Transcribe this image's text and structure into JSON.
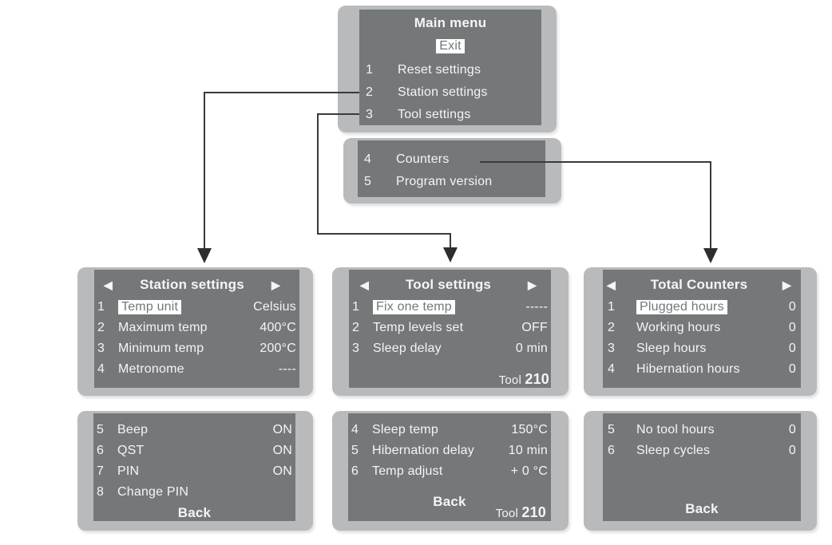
{
  "colors": {
    "frame": "#b8babc",
    "screen": "#757879",
    "text": "#f4f5f5",
    "highlight_bg": "#ffffff",
    "highlight_text": "#737679",
    "connector": "#3a3a3a",
    "background": "#ffffff"
  },
  "nav": {
    "left_arrow": "◀",
    "right_arrow": "▶"
  },
  "panels": {
    "main_menu": {
      "title": "Main menu",
      "exit": "Exit",
      "exit_highlighted": true,
      "items": [
        {
          "num": "1",
          "label": "Reset settings"
        },
        {
          "num": "2",
          "label": "Station settings"
        },
        {
          "num": "3",
          "label": "Tool settings"
        }
      ]
    },
    "main_menu_page2": {
      "items": [
        {
          "num": "4",
          "label": "Counters"
        },
        {
          "num": "5",
          "label": "Program version"
        }
      ]
    },
    "station_settings": {
      "title": "Station settings",
      "items": [
        {
          "num": "1",
          "label": "Temp unit",
          "value": "Celsius",
          "highlighted": true
        },
        {
          "num": "2",
          "label": "Maximum temp",
          "value": "400°C"
        },
        {
          "num": "3",
          "label": "Minimum temp",
          "value": "200°C"
        },
        {
          "num": "4",
          "label": "Metronome",
          "value": "----"
        }
      ]
    },
    "station_settings_page2": {
      "items": [
        {
          "num": "5",
          "label": "Beep",
          "value": "ON"
        },
        {
          "num": "6",
          "label": "QST",
          "value": "ON"
        },
        {
          "num": "7",
          "label": "PIN",
          "value": "ON"
        },
        {
          "num": "8",
          "label": "Change PIN",
          "value": ""
        }
      ],
      "back": "Back"
    },
    "tool_settings": {
      "title": "Tool settings",
      "items": [
        {
          "num": "1",
          "label": "Fix one temp",
          "value": "-----",
          "highlighted": true
        },
        {
          "num": "2",
          "label": "Temp levels set",
          "value": "OFF"
        },
        {
          "num": "3",
          "label": "Sleep delay",
          "value": "0 min"
        }
      ],
      "tool_label": "Tool",
      "tool_value": "210"
    },
    "tool_settings_page2": {
      "items": [
        {
          "num": "4",
          "label": "Sleep temp",
          "value": "150°C"
        },
        {
          "num": "5",
          "label": "Hibernation delay",
          "value": "10 min"
        },
        {
          "num": "6",
          "label": "Temp adjust",
          "value": "+ 0 °C"
        }
      ],
      "back": "Back",
      "tool_label": "Tool",
      "tool_value": "210"
    },
    "total_counters": {
      "title": "Total Counters",
      "items": [
        {
          "num": "1",
          "label": "Plugged hours",
          "value": "0",
          "highlighted": true
        },
        {
          "num": "2",
          "label": "Working hours",
          "value": "0"
        },
        {
          "num": "3",
          "label": "Sleep hours",
          "value": "0"
        },
        {
          "num": "4",
          "label": "Hibernation hours",
          "value": "0"
        }
      ]
    },
    "total_counters_page2": {
      "items": [
        {
          "num": "5",
          "label": "No tool hours",
          "value": "0"
        },
        {
          "num": "6",
          "label": "Sleep cycles",
          "value": "0"
        }
      ],
      "back": "Back"
    }
  }
}
